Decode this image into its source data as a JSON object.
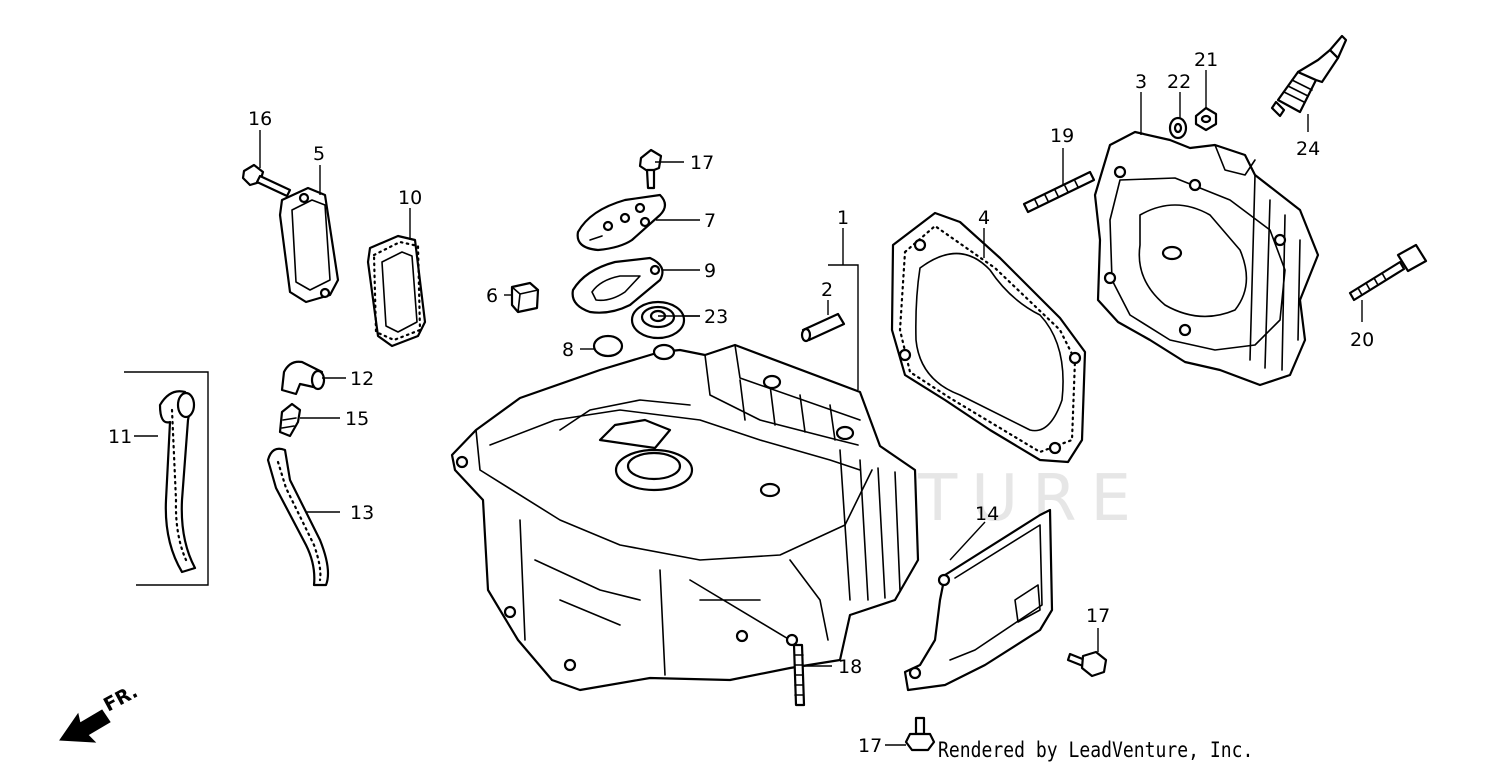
{
  "watermark": "LEADVENTURE",
  "direction_label": "FR.",
  "credit": "Rendered by LeadVenture, Inc.",
  "callouts": {
    "c1": "1",
    "c2": "2",
    "c3": "3",
    "c4": "4",
    "c5": "5",
    "c6": "6",
    "c7": "7",
    "c8": "8",
    "c9": "9",
    "c10": "10",
    "c11": "11",
    "c12": "12",
    "c13": "13",
    "c14": "14",
    "c15": "15",
    "c16": "16",
    "c17a": "17",
    "c17b": "17",
    "c17c": "17",
    "c18": "18",
    "c19": "19",
    "c20": "20",
    "c21": "21",
    "c22": "22",
    "c23": "23",
    "c24": "24"
  }
}
